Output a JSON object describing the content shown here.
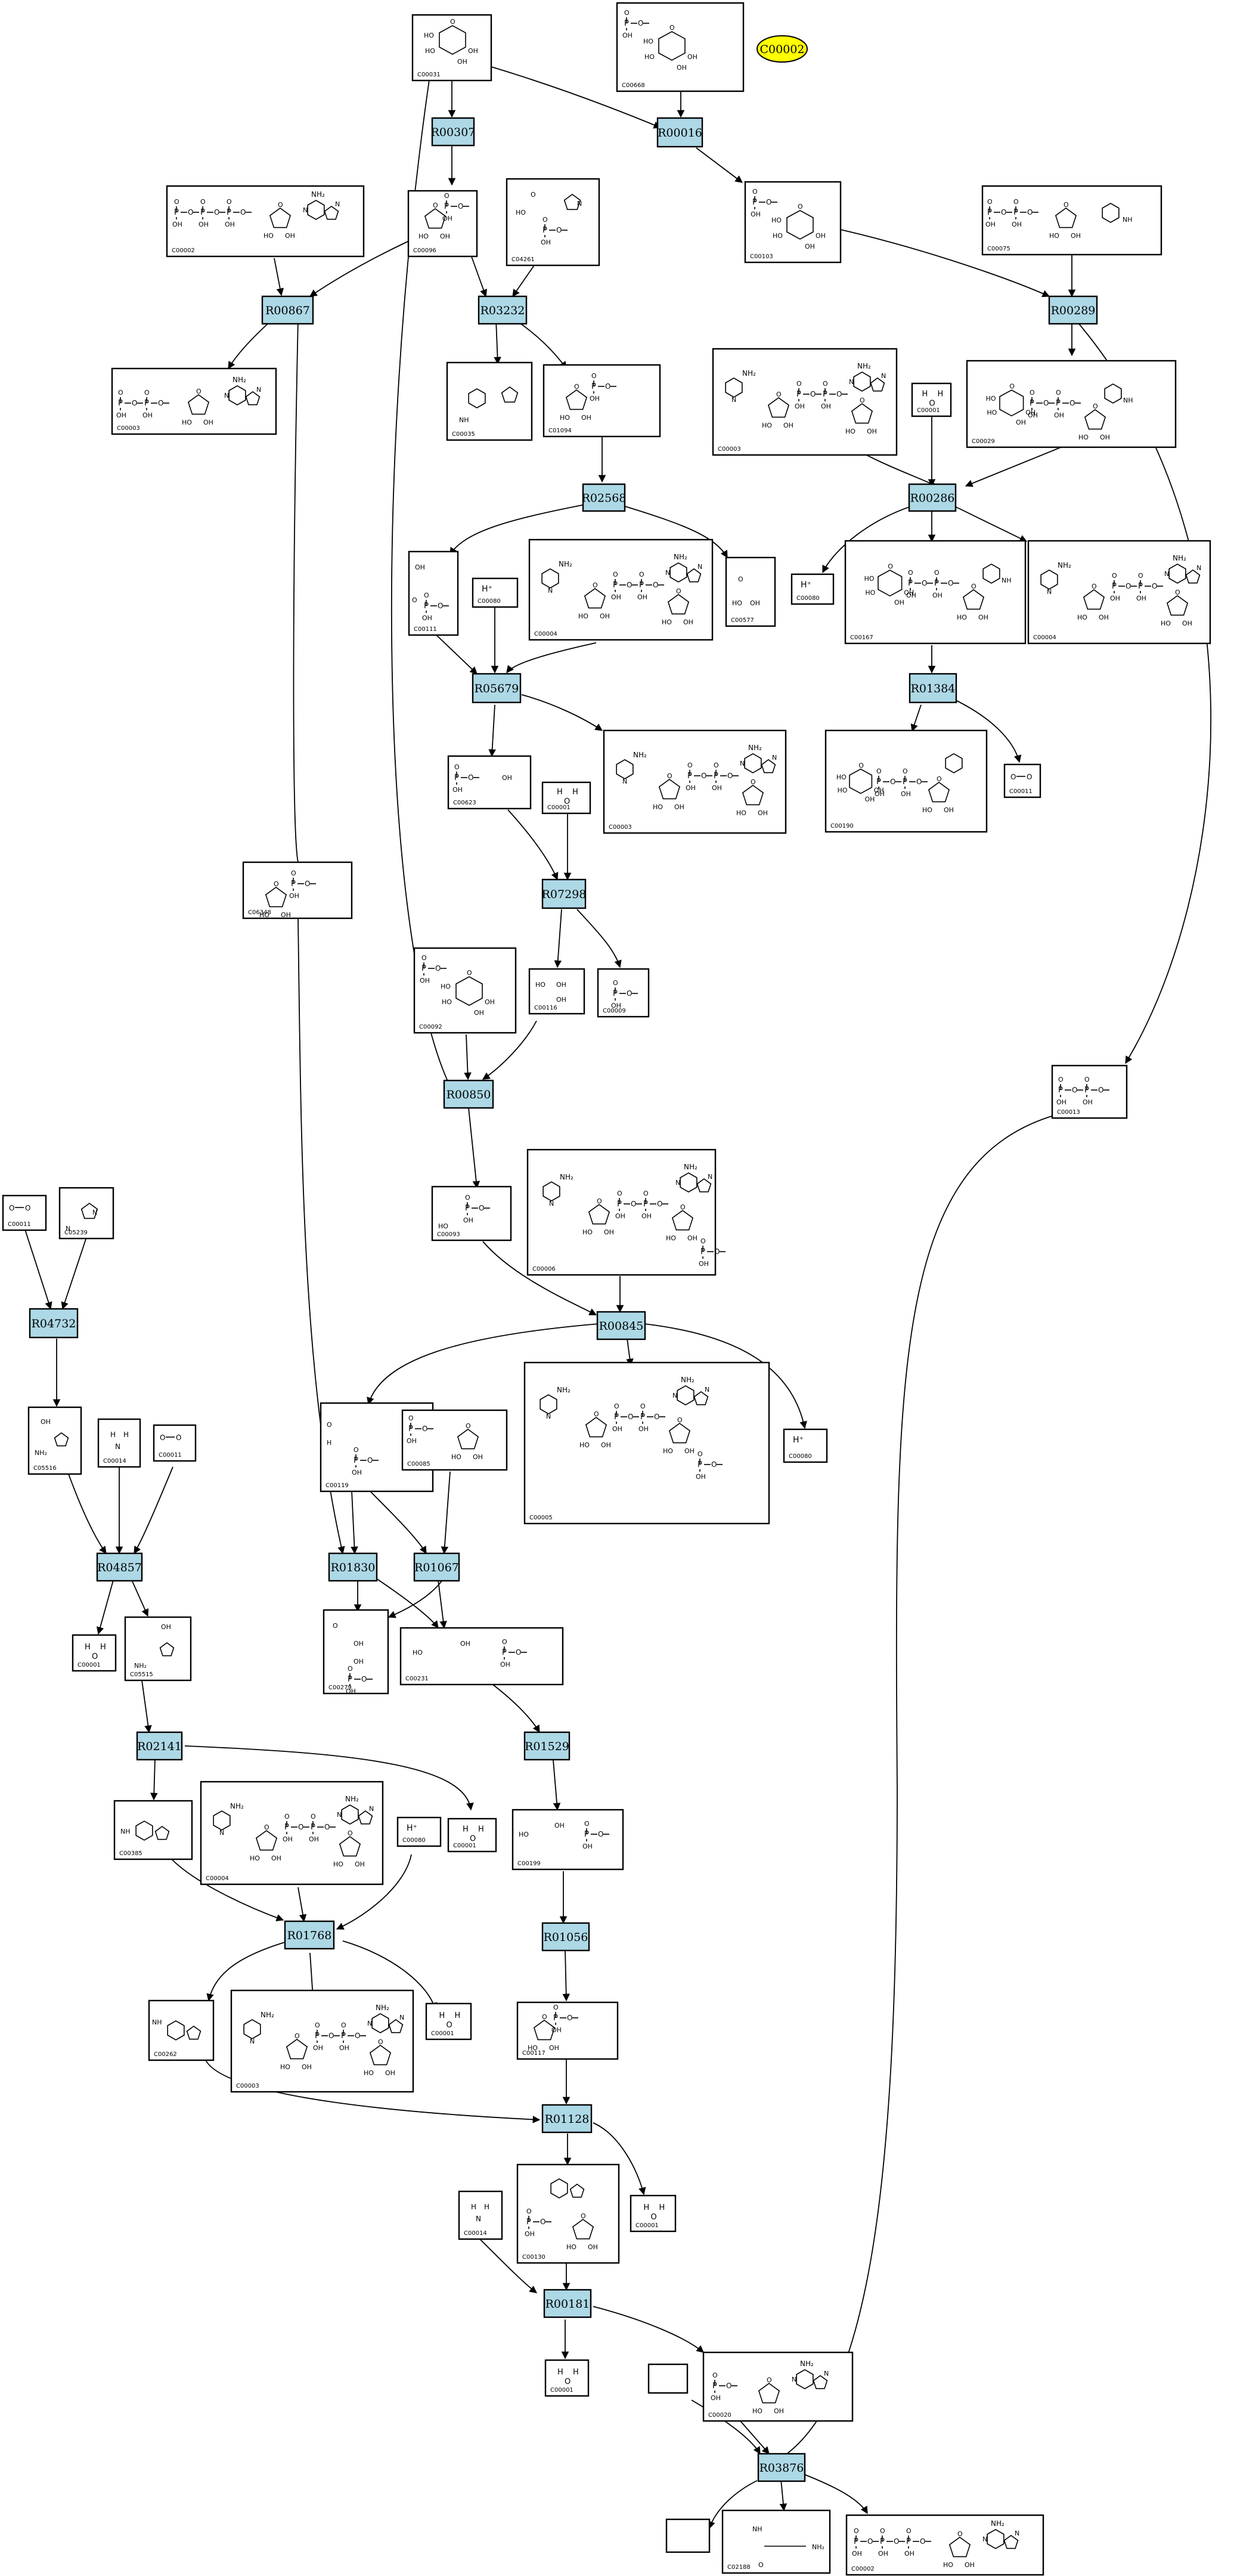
{
  "focus": {
    "label": "C00002",
    "color": "#ffff00"
  },
  "reaction_color": "#add8e6",
  "compounds": [
    {
      "id": "n01",
      "label": "C00031"
    },
    {
      "id": "n02",
      "label": "C00668"
    },
    {
      "id": "n03",
      "label": "C00002"
    },
    {
      "id": "n04",
      "label": "C00096"
    },
    {
      "id": "n05",
      "label": "C04261"
    },
    {
      "id": "n06",
      "label": "C00103"
    },
    {
      "id": "n07",
      "label": "C00075"
    },
    {
      "id": "n08",
      "label": "C00003"
    },
    {
      "id": "n09",
      "label": "C00035"
    },
    {
      "id": "n10",
      "label": "C01094"
    },
    {
      "id": "n11",
      "label": "C00003"
    },
    {
      "id": "n12",
      "label": "C00001"
    },
    {
      "id": "n13",
      "label": "C00029"
    },
    {
      "id": "n14",
      "label": "C00111"
    },
    {
      "id": "n15",
      "label": "C00080"
    },
    {
      "id": "n16",
      "label": "C00004"
    },
    {
      "id": "n17",
      "label": "C00577"
    },
    {
      "id": "n18",
      "label": "C00080"
    },
    {
      "id": "n19",
      "label": "C00167"
    },
    {
      "id": "n20",
      "label": "C00004"
    },
    {
      "id": "n21",
      "label": "C00623"
    },
    {
      "id": "n22",
      "label": "C00001"
    },
    {
      "id": "n23",
      "label": "C00003"
    },
    {
      "id": "n24",
      "label": "C00190"
    },
    {
      "id": "n25",
      "label": "C00011"
    },
    {
      "id": "n26",
      "label": "C06348"
    },
    {
      "id": "n27",
      "label": "C00092"
    },
    {
      "id": "n28",
      "label": "C00116"
    },
    {
      "id": "n29",
      "label": "C00009"
    },
    {
      "id": "n30",
      "label": "C00013"
    },
    {
      "id": "n31",
      "label": "C00011"
    },
    {
      "id": "n32",
      "label": "C05239"
    },
    {
      "id": "n33",
      "label": "C00093"
    },
    {
      "id": "n34",
      "label": "C00006"
    },
    {
      "id": "n35",
      "label": "C05516"
    },
    {
      "id": "n36",
      "label": "C00014"
    },
    {
      "id": "n37",
      "label": "C00011"
    },
    {
      "id": "n38",
      "label": "C00119"
    },
    {
      "id": "n39",
      "label": "C00085"
    },
    {
      "id": "n40",
      "label": "C00005"
    },
    {
      "id": "n41",
      "label": "C00080"
    },
    {
      "id": "n42",
      "label": "C00001"
    },
    {
      "id": "n43",
      "label": "C05515"
    },
    {
      "id": "n44",
      "label": "C00279"
    },
    {
      "id": "n45",
      "label": "C00231"
    },
    {
      "id": "n46",
      "label": "C00385"
    },
    {
      "id": "n47",
      "label": "C00004"
    },
    {
      "id": "n48",
      "label": "C00080"
    },
    {
      "id": "n49",
      "label": "C00001"
    },
    {
      "id": "n50",
      "label": "C00199"
    },
    {
      "id": "n51",
      "label": "C00262"
    },
    {
      "id": "n52",
      "label": "C00003"
    },
    {
      "id": "n53",
      "label": "C00001"
    },
    {
      "id": "n54",
      "label": "C00117"
    },
    {
      "id": "n55",
      "label": "C00130"
    },
    {
      "id": "n56",
      "label": "C00001"
    },
    {
      "id": "n57",
      "label": "C00014"
    },
    {
      "id": "n58",
      "label": "C00001"
    },
    {
      "id": "n59",
      "label": "C00020"
    },
    {
      "id": "n60",
      "label": ""
    },
    {
      "id": "n61",
      "label": ""
    },
    {
      "id": "n62",
      "label": "C02188"
    },
    {
      "id": "n63",
      "label": "C00002"
    }
  ],
  "reactions": [
    {
      "id": "r01",
      "label": "R00307"
    },
    {
      "id": "r02",
      "label": "R00016"
    },
    {
      "id": "r03",
      "label": "R00867"
    },
    {
      "id": "r04",
      "label": "R03232"
    },
    {
      "id": "r05",
      "label": "R00289"
    },
    {
      "id": "r06",
      "label": "R02568"
    },
    {
      "id": "r07",
      "label": "R00286"
    },
    {
      "id": "r08",
      "label": "R05679"
    },
    {
      "id": "r09",
      "label": "R01384"
    },
    {
      "id": "r10",
      "label": "R07298"
    },
    {
      "id": "r11",
      "label": "R00850"
    },
    {
      "id": "r12",
      "label": "R04732"
    },
    {
      "id": "r13",
      "label": "R00845"
    },
    {
      "id": "r14",
      "label": "R04857"
    },
    {
      "id": "r15",
      "label": "R01830"
    },
    {
      "id": "r16",
      "label": "R01067"
    },
    {
      "id": "r17",
      "label": "R02141"
    },
    {
      "id": "r18",
      "label": "R01529"
    },
    {
      "id": "r19",
      "label": "R01768"
    },
    {
      "id": "r20",
      "label": "R01056"
    },
    {
      "id": "r21",
      "label": "R01128"
    },
    {
      "id": "r22",
      "label": "R00181"
    },
    {
      "id": "r23",
      "label": "R03876"
    }
  ],
  "fragments": {
    "ho": "HO",
    "oh": "OH",
    "o": "O",
    "p": "P",
    "nh2": "NH₂",
    "n": "N",
    "nh": "NH",
    "hplus": "H⁺",
    "h": "H"
  }
}
